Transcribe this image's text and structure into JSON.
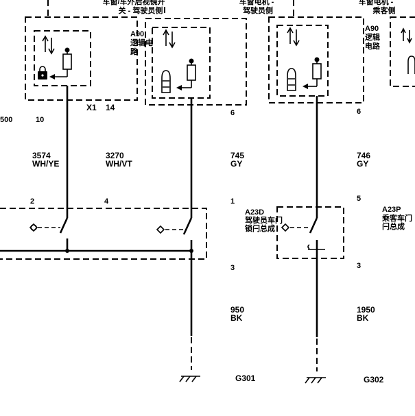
{
  "modules": {
    "mirror_switch": {
      "title_line1": "车窗/车外后视镜开",
      "title_line2": "关 - 驾驶员侧",
      "connector": "X1",
      "pin_a": "10",
      "pin_b": "14",
      "left_pin": "500"
    },
    "driver_motor": {
      "title_line1": "车窗电机 -",
      "title_line2": "驾驶员侧",
      "logic_line1": "A90",
      "logic_line2": "逻辑电",
      "logic_line3": "路",
      "pin": "6"
    },
    "passenger_motor": {
      "title_line1": "车窗电机 -",
      "title_line2": "乘客侧",
      "logic_line1": "A90",
      "logic_line2": "逻辑",
      "logic_line3": "电路",
      "pin": "6"
    }
  },
  "wires": {
    "w3574": {
      "circuit": "3574",
      "color": "WH/YE"
    },
    "w3270": {
      "circuit": "3270",
      "color": "WH/VT"
    },
    "w745": {
      "circuit": "745",
      "color": "GY"
    },
    "w746": {
      "circuit": "746",
      "color": "GY"
    },
    "w950": {
      "circuit": "950",
      "color": "BK"
    },
    "w1950": {
      "circuit": "1950",
      "color": "BK"
    }
  },
  "lock_switch": {
    "pin_left": "2",
    "pin_right": "4"
  },
  "driver_lock": {
    "name_line1": "A23D",
    "name_line2": "驾驶员车门",
    "name_line3": "锁闩总成",
    "pin_top": "1",
    "pin_bottom": "3"
  },
  "passenger_lock": {
    "name_line1": "A23P",
    "name_line2": "乘客车门",
    "name_line3": "闩总成",
    "pin_top": "5",
    "pin_bottom": "3"
  },
  "grounds": {
    "g1": "G301",
    "g2": "G302"
  }
}
